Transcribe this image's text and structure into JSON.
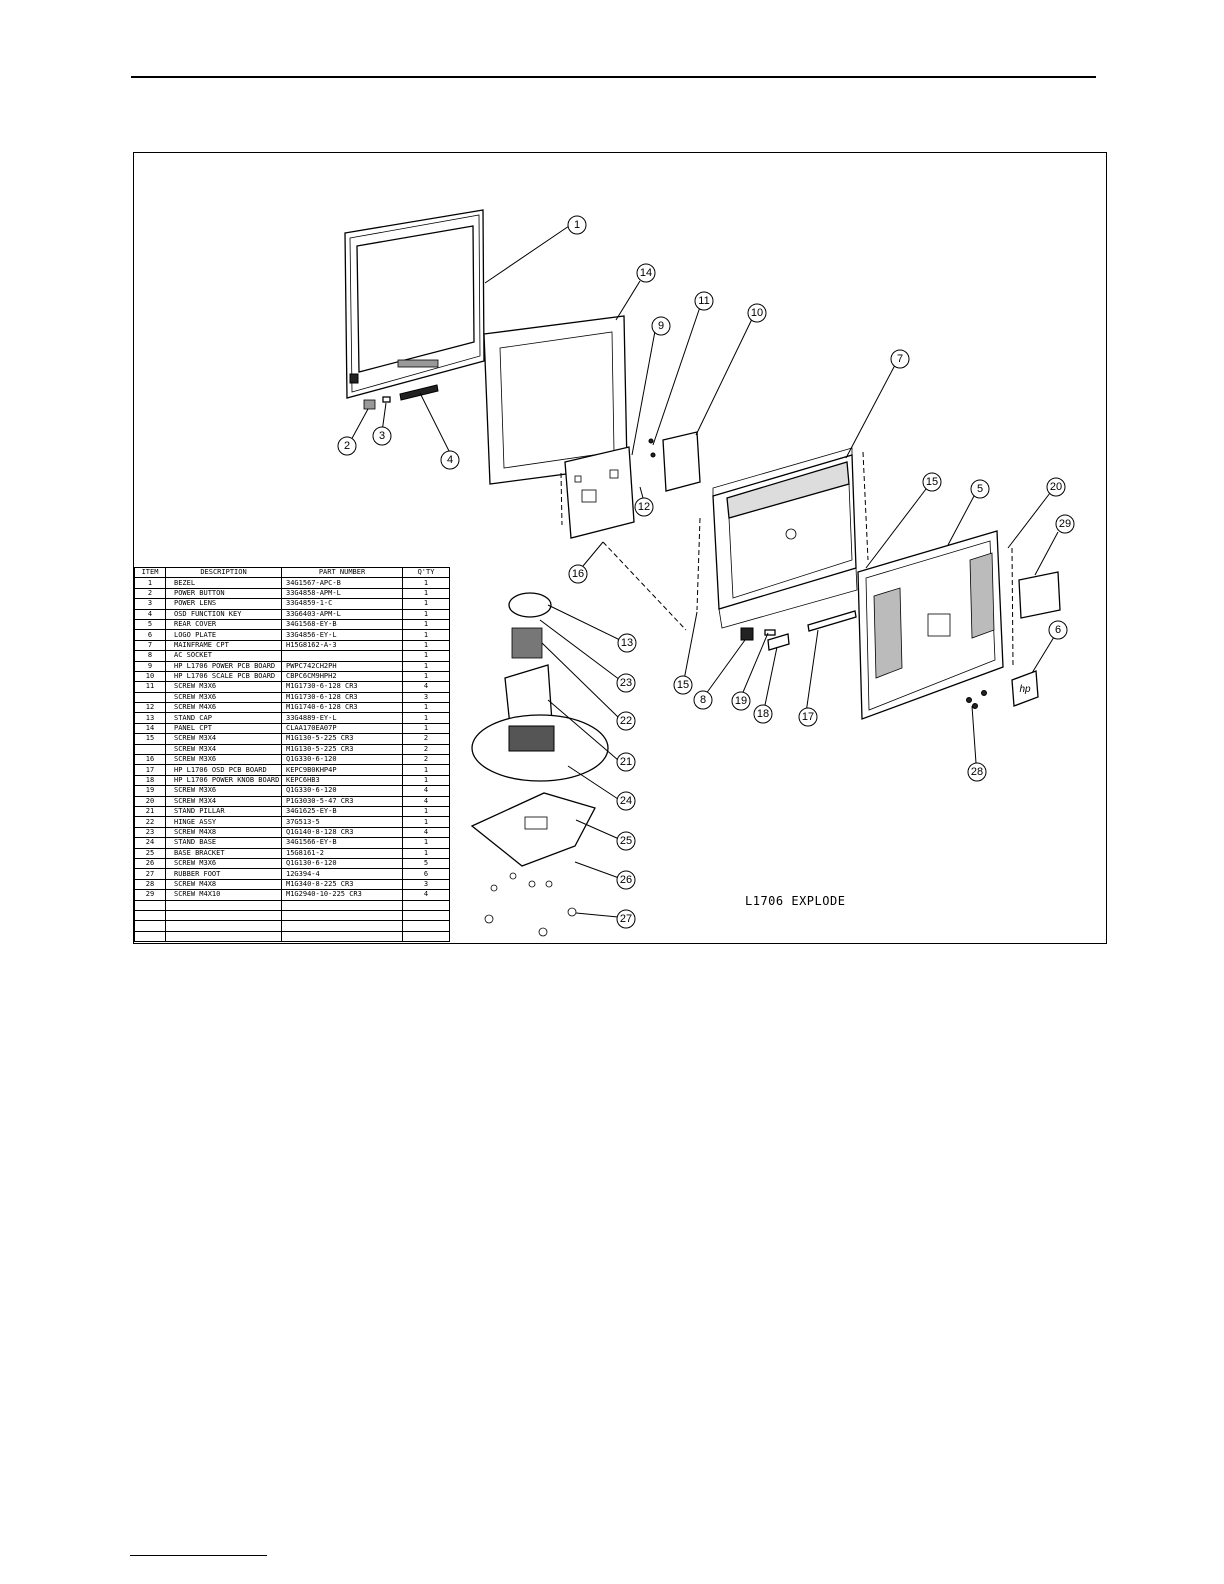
{
  "drawing": {
    "caption": "L1706 EXPLODE"
  },
  "bom": {
    "headers": [
      "ITEM",
      "DESCRIPTION",
      "PART NUMBER",
      "Q'TY"
    ],
    "rows": [
      [
        "1",
        "BEZEL",
        "34G1567-APC-B",
        "1"
      ],
      [
        "2",
        "POWER BUTTON",
        "33G4858-APM-L",
        "1"
      ],
      [
        "3",
        "POWER LENS",
        "33G4859-1-C",
        "1"
      ],
      [
        "4",
        "OSD FUNCTION KEY",
        "33G6403-APM-L",
        "1"
      ],
      [
        "5",
        "REAR COVER",
        "34G1568-EY-B",
        "1"
      ],
      [
        "6",
        "LOGO PLATE",
        "33G4856-EY-L",
        "1"
      ],
      [
        "7",
        "MAINFRAME CPT",
        "H15G8162-A-3",
        "1"
      ],
      [
        "8",
        "AC SOCKET",
        "",
        "1"
      ],
      [
        "9",
        "HP L1706 POWER PCB BOARD",
        "PWPC742CH2PH",
        "1"
      ],
      [
        "10",
        "HP L1706 SCALE PCB BOARD",
        "CBPC6CM9HPH2",
        "1"
      ],
      [
        "11",
        "SCREW M3X6",
        "M1G1730-6-128 CR3",
        "4"
      ],
      [
        "",
        "SCREW M3X6",
        "M1G1730-6-128 CR3",
        "3"
      ],
      [
        "12",
        "SCREW M4X6",
        "M1G1740-6-128 CR3",
        "1"
      ],
      [
        "13",
        "STAND CAP",
        "33G4889-EY-L",
        "1"
      ],
      [
        "14",
        "PANEL CPT",
        "CLAA170EA07P",
        "1"
      ],
      [
        "15",
        "SCREW M3X4",
        "M1G130-5-225 CR3",
        "2"
      ],
      [
        "",
        "SCREW M3X4",
        "M1G130-5-225 CR3",
        "2"
      ],
      [
        "16",
        "SCREW M3X6",
        "Q1G330-6-120",
        "2"
      ],
      [
        "17",
        "HP L1706 OSD PCB BOARD",
        "KEPC9B0KHP4P",
        "1"
      ],
      [
        "18",
        "HP L1706 POWER KNOB BOARD",
        "KEPC6HB3",
        "1"
      ],
      [
        "19",
        "SCREW M3X6",
        "Q1G330-6-120",
        "4"
      ],
      [
        "20",
        "SCREW M3X4",
        "P1G3030-5-47 CR3",
        "4"
      ],
      [
        "21",
        "STAND PILLAR",
        "34G1625-EY-B",
        "1"
      ],
      [
        "22",
        "HINGE ASSY",
        "37G513-5",
        "1"
      ],
      [
        "23",
        "SCREW M4X8",
        "Q1G140-8-128 CR3",
        "4"
      ],
      [
        "24",
        "STAND BASE",
        "34G1566-EY-B",
        "1"
      ],
      [
        "25",
        "BASE BRACKET",
        "15G8161-2",
        "1"
      ],
      [
        "26",
        "SCREW M3X6",
        "Q1G130-6-120",
        "5"
      ],
      [
        "27",
        "RUBBER FOOT",
        "12G394-4",
        "6"
      ],
      [
        "28",
        "SCREW M4X8",
        "M1G340-8-225 CR3",
        "3"
      ],
      [
        "29",
        "SCREW M4X10",
        "M1G2940-10-225 CR3",
        "4"
      ],
      [
        "",
        "",
        "",
        ""
      ],
      [
        "",
        "",
        "",
        ""
      ],
      [
        "",
        "",
        "",
        ""
      ],
      [
        "",
        "",
        "",
        ""
      ]
    ]
  },
  "callouts": [
    "1",
    "2",
    "3",
    "4",
    "5",
    "6",
    "7",
    "8",
    "9",
    "10",
    "11",
    "12",
    "13",
    "14",
    "15",
    "15",
    "16",
    "17",
    "18",
    "19",
    "20",
    "21",
    "22",
    "23",
    "24",
    "25",
    "26",
    "27",
    "28",
    "29"
  ]
}
